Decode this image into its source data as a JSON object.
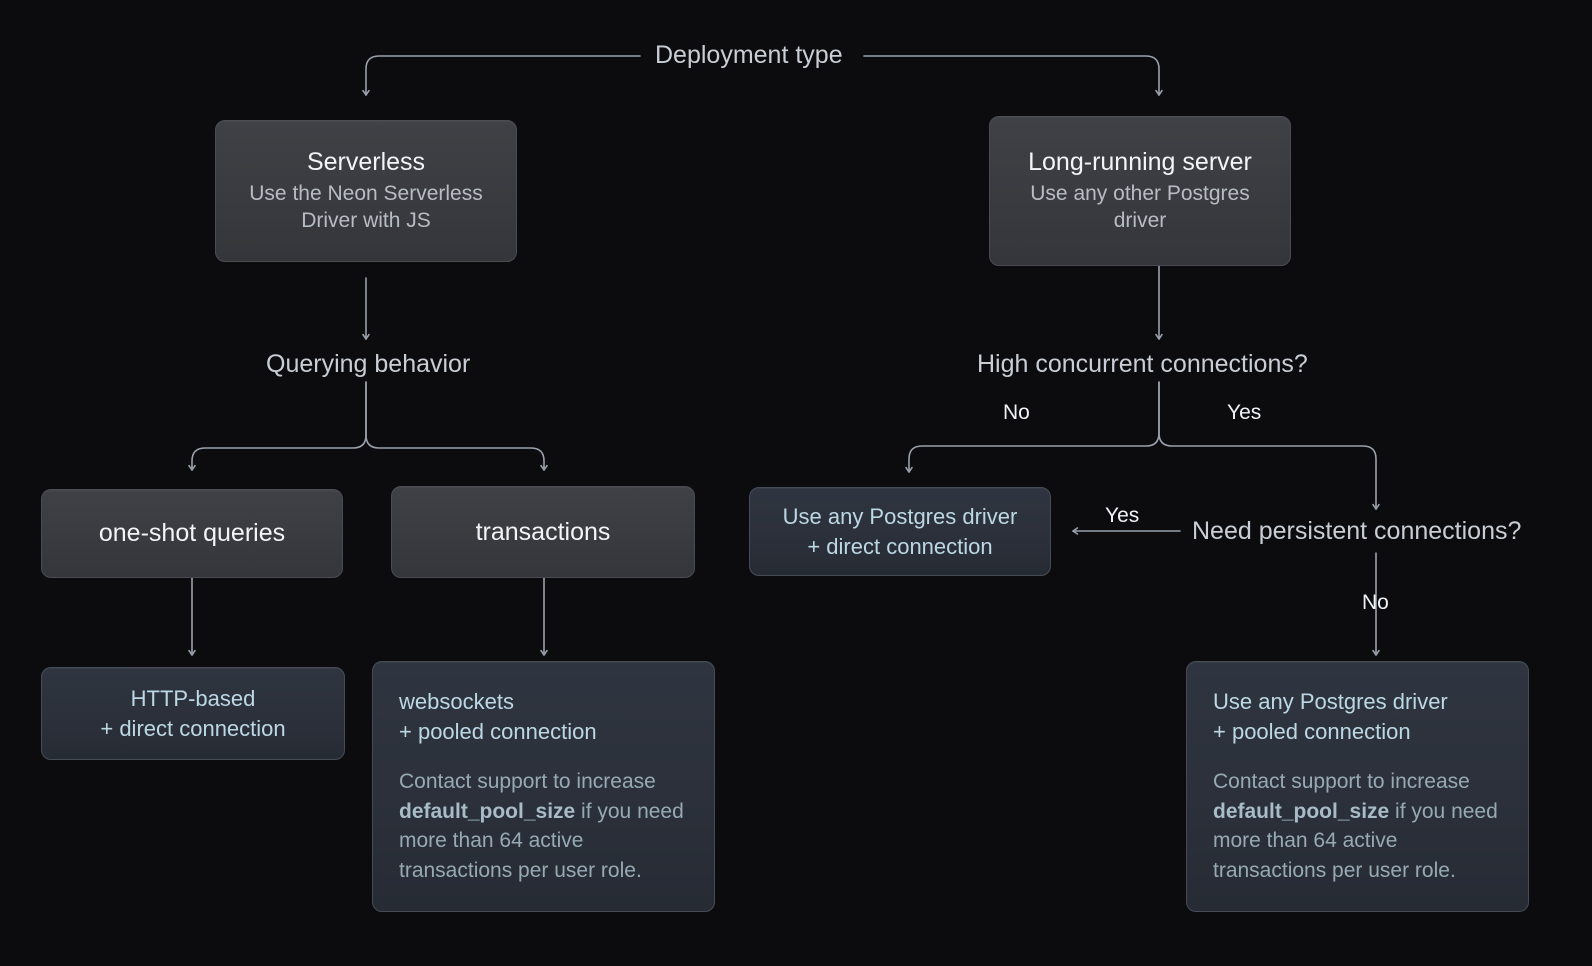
{
  "diagram": {
    "title": "Deployment type",
    "background_color": "#0c0c0e",
    "connector_color": "#9aa1ac",
    "node_grey_color": "#3a3c41",
    "node_blue_color": "#2b303a",
    "accent_text_color": "#bcd8e4"
  },
  "root": {
    "label": "Deployment type"
  },
  "branches": {
    "serverless": {
      "title": "Serverless",
      "subtitle": "Use the Neon Serverless Driver with JS",
      "question": "Querying behavior",
      "option_one": {
        "label": "one-shot queries",
        "result_headline": "HTTP-based\n+ direct connection"
      },
      "option_two": {
        "label": "transactions",
        "result_headline": "websockets\n+ pooled connection",
        "result_body_before": "Contact support to increase ",
        "result_body_code": "default_pool_size",
        "result_body_after": " if you need more than 64 active transactions per user role."
      }
    },
    "long_running": {
      "title": "Long-running server",
      "subtitle": "Use any other Postgres driver",
      "question": "High concurrent connections?",
      "answer_no": "No",
      "answer_yes": "Yes",
      "no_result_headline": "Use any Postgres driver\n+ direct connection",
      "second_question": "Need persistent connections?",
      "second_answer_yes": "Yes",
      "second_answer_no": "No",
      "no_result2_headline": "Use any Postgres driver\n+ pooled connection",
      "no_result2_body_before": "Contact support to increase ",
      "no_result2_body_code": "default_pool_size",
      "no_result2_body_after": " if you need more than 64 active transactions per user role."
    }
  }
}
